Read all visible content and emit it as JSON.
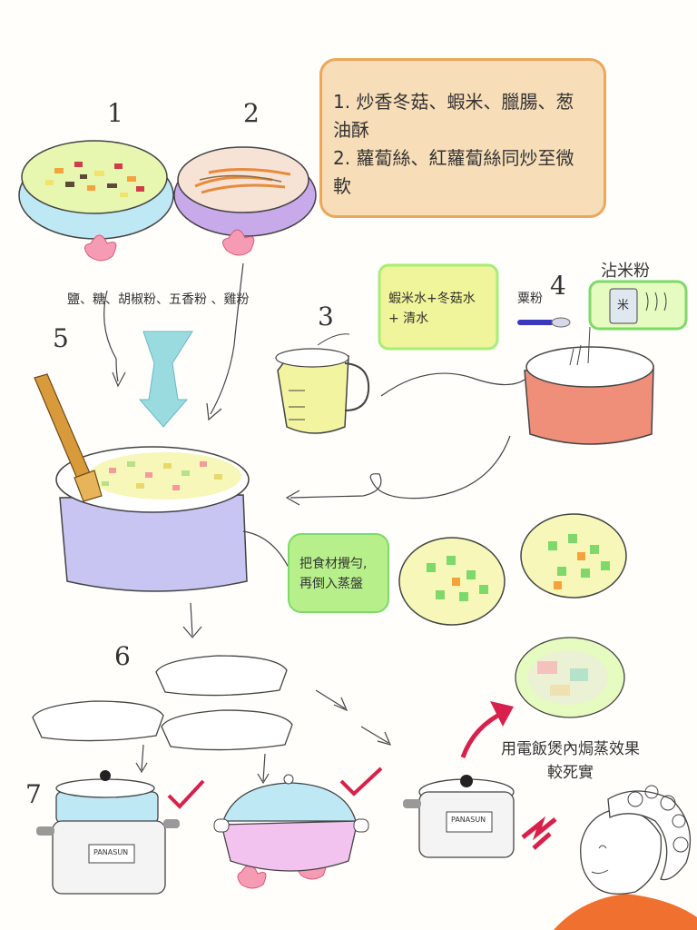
{
  "steps": {
    "s1": "1",
    "s2": "2",
    "s3": "3",
    "s4": "4",
    "s5": "5",
    "s6": "6",
    "s7": "7"
  },
  "note": {
    "line1": "1. 炒香冬菇、蝦米、臘腸、葱油酥",
    "line2": "2. 蘿蔔絲、紅蘿蔔絲同炒至微軟"
  },
  "labels": {
    "seasoning": "鹽、糖、胡椒粉、五香粉 、雞粉",
    "water": "蝦米水+冬菇水\n+ 清水",
    "flour": "粟粉",
    "rice_flour": "沾米粉",
    "rice_flour_bag": "米",
    "mix": "把食材攪勻,\n再倒入蒸盤",
    "cooker_note": "用電飯煲內焗蒸效果\n較死實",
    "brand": "PANASUN"
  },
  "colors": {
    "pan_blue": "#bfe8f5",
    "pan_purple": "#c8a9ea",
    "pot_lavender": "#c9c5f2",
    "bowl_red": "#ef8f7a",
    "note_bg": "#f7ddb8",
    "highlight_yellow": "#f0f49a",
    "highlight_green": "#a8ec7a",
    "check_red": "#d8204c"
  },
  "icons": [
    "flower-icon",
    "arrow-down-icon",
    "check-icon",
    "cross-icon",
    "measuring-cup-icon",
    "spoon-icon",
    "rice-cooker-icon",
    "steamer-pot-icon"
  ]
}
